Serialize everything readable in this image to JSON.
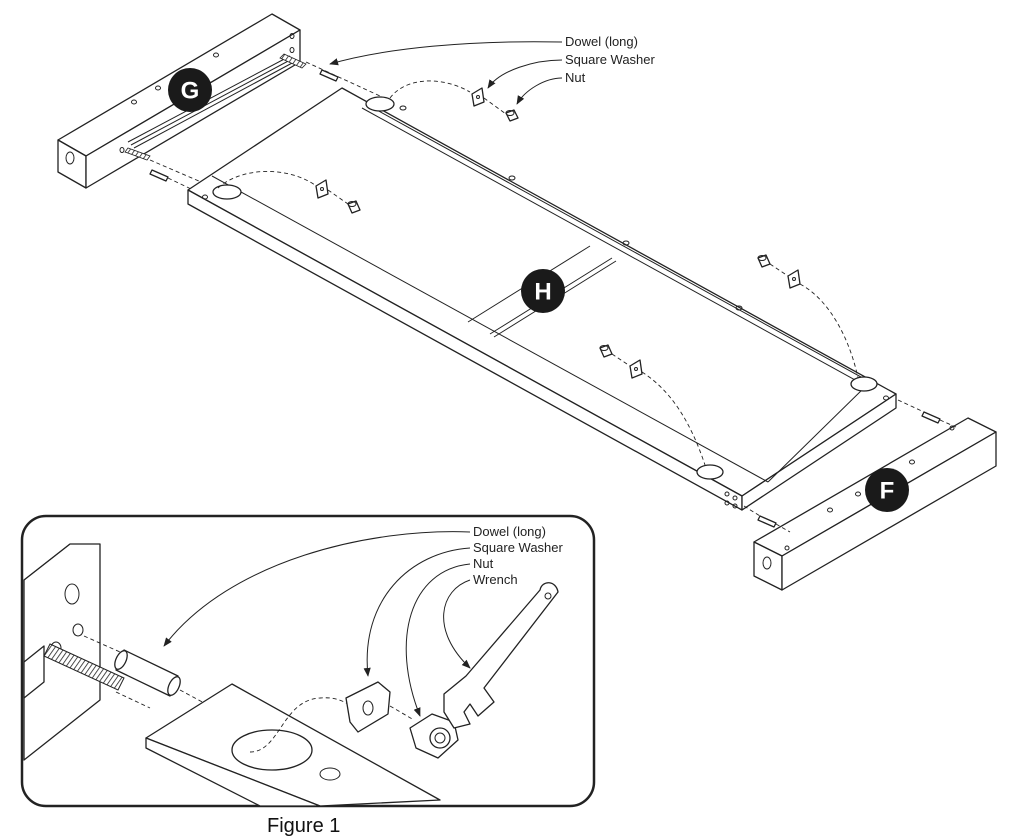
{
  "main_callouts": {
    "dowel_long": "Dowel (long)",
    "square_washer": "Square Washer",
    "nut": "Nut"
  },
  "part_badges": {
    "g": "G",
    "h": "H",
    "f": "F"
  },
  "inset_callouts": {
    "dowel_long": "Dowel (long)",
    "square_washer": "Square Washer",
    "nut": "Nut",
    "wrench": "Wrench"
  },
  "figure_caption": "Figure 1"
}
